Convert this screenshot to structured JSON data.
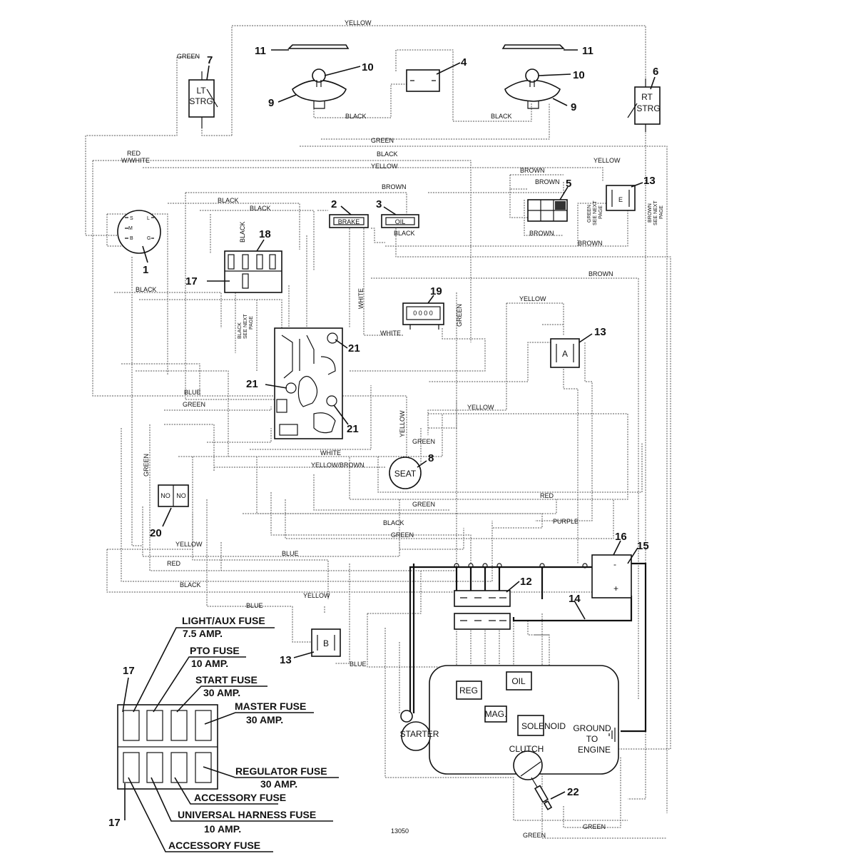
{
  "wire_labels": {
    "yellow_top": "YELLOW",
    "green_lt": "GREEN",
    "black_l1": "BLACK",
    "black_r1": "BLACK",
    "green_mid": "GREEN",
    "black_mid": "BLACK",
    "yellow_mid": "YELLOW",
    "red_white": "RED",
    "red_white2": "W/WHITE",
    "yellow_r": "YELLOW",
    "brown_top": "BROWN",
    "brown_13a": "BROWN",
    "brown_13b": "BROWN",
    "brown_13c": "BROWN",
    "brown_line": "BROWN",
    "brown_line2": "BROWN",
    "black_sw1": "BLACK",
    "black_sw2": "BLACK",
    "black_vert": "BLACK",
    "black_oil": "BLACK",
    "black_ign": "BLACK",
    "black_see": "BLACK",
    "see_next": "SEE NEXT",
    "page": "PAGE",
    "green_see": "GREEN",
    "brown_see": "BROWN",
    "white_vert": "WHITE",
    "green_hm": "GREEN",
    "white_hm": "WHITE",
    "yellow_13a": "YELLOW",
    "blue_l": "BLUE",
    "green_l": "GREEN",
    "yellow_a": "YELLOW",
    "yellow_vert": "YELLOW",
    "green_seat": "GREEN",
    "white_bot": "WHITE",
    "yellow_brown": "YELLOW/BROWN",
    "green_v20": "GREEN",
    "red_mid": "RED",
    "green_low": "GREEN",
    "black_low": "BLACK",
    "green_low2": "GREEN",
    "purple": "PURPLE",
    "yellow_low": "YELLOW",
    "blue_low": "BLUE",
    "red_low": "RED",
    "black_low2": "BLACK",
    "blue_13b": "BLUE",
    "yellow_13b": "YELLOW",
    "blue_13b2": "BLUE",
    "green_bot": "GREEN",
    "green_bot2": "GREEN"
  },
  "components": {
    "lt_strg": [
      "LT",
      "STRG"
    ],
    "rt_strg": [
      "RT",
      "STRG"
    ],
    "brake": "BRAKE",
    "oil_switch": "OIL",
    "hourmeter": "0 0 0 0",
    "relay_a": "A",
    "relay_b": "B",
    "relay_e": "E",
    "seat": "SEAT",
    "no1": "NO",
    "no2": "NO",
    "ign": [
      "S",
      "L",
      "M",
      "B",
      "G"
    ],
    "reg": "REG",
    "oil_engine": "OIL",
    "mag": "MAG.",
    "solenoid": "SOLENOID",
    "starter": "STARTER",
    "clutch": "CLUTCH",
    "ground": [
      "GROUND",
      "TO",
      "ENGINE"
    ],
    "batt_minus": "-",
    "batt_plus": "+"
  },
  "callouts": {
    "c1": "1",
    "c2": "2",
    "c3": "3",
    "c4": "4",
    "c5": "5",
    "c6": "6",
    "c7": "7",
    "c8": "8",
    "c9a": "9",
    "c9b": "9",
    "c10a": "10",
    "c10b": "10",
    "c11a": "11",
    "c11b": "11",
    "c12": "12",
    "c13a": "13",
    "c13b": "13",
    "c13c": "13",
    "c14": "14",
    "c15": "15",
    "c16": "16",
    "c17a": "17",
    "c17b": "17",
    "c17c": "17",
    "c18": "18",
    "c19": "19",
    "c20": "20",
    "c21a": "21",
    "c21b": "21",
    "c21c": "21",
    "c22": "22"
  },
  "fuses": {
    "light_aux": "LIGHT/AUX FUSE",
    "light_aux_amp": "7.5 AMP.",
    "pto": "PTO FUSE",
    "pto_amp": "10 AMP.",
    "start": "START FUSE",
    "start_amp": "30 AMP.",
    "master": "MASTER FUSE",
    "master_amp": "30 AMP.",
    "regulator": "REGULATOR FUSE",
    "regulator_amp": "30 AMP.",
    "accessory1": "ACCESSORY FUSE",
    "universal": "UNIVERSAL HARNESS FUSE",
    "universal_amp": "10 AMP.",
    "accessory2": "ACCESSORY FUSE"
  },
  "figure_number": "13050"
}
